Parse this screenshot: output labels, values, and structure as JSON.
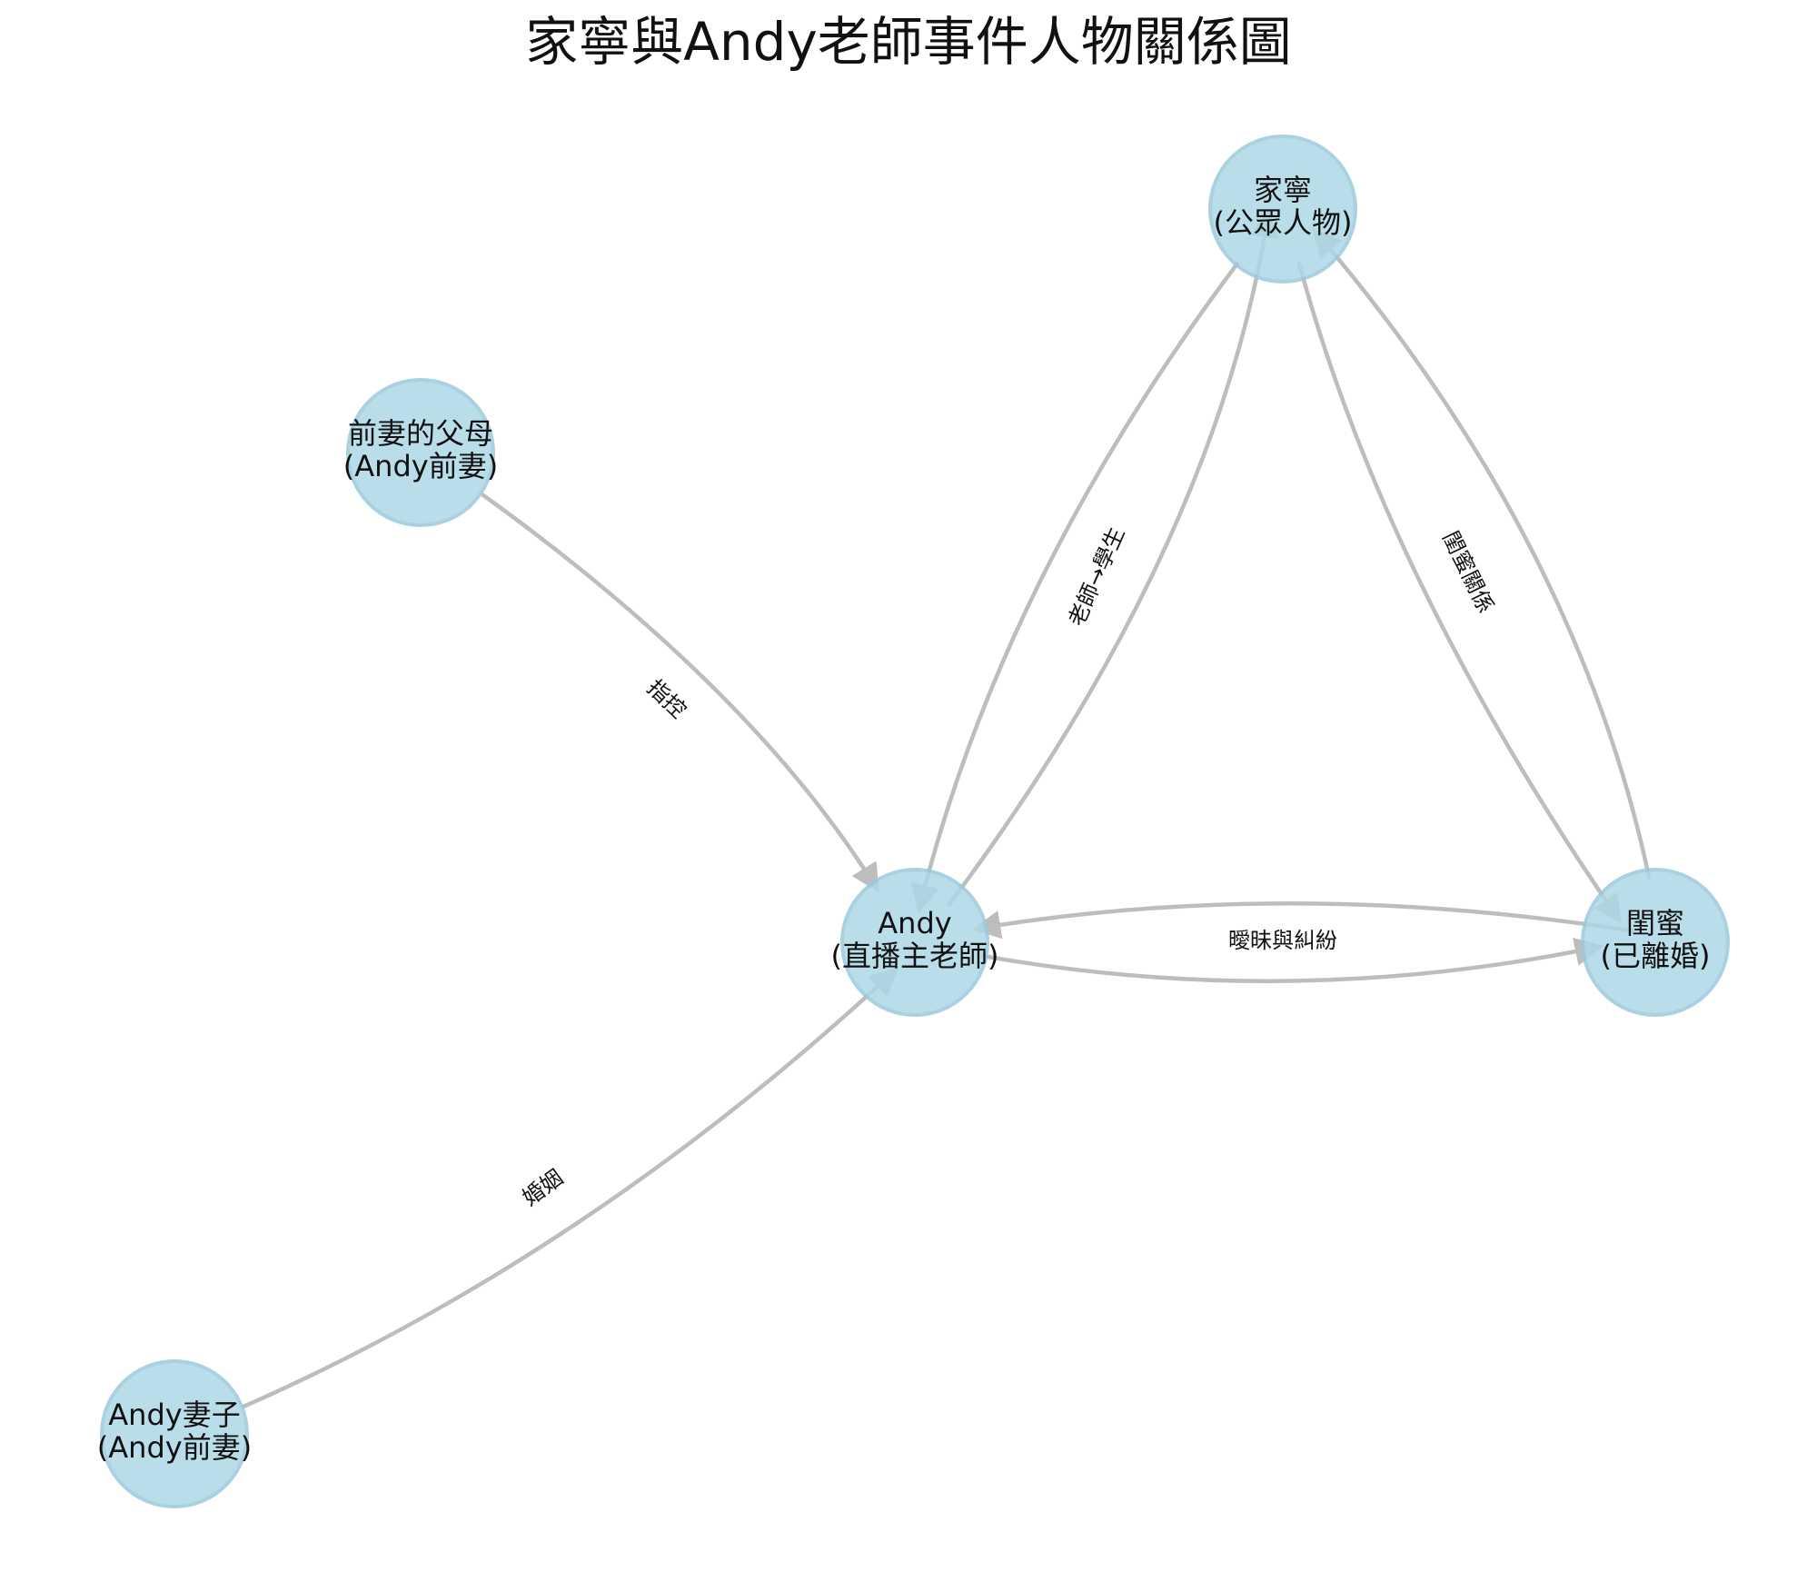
{
  "title": "家寧與Andy老師事件人物關係圖",
  "colors": {
    "node_fill": "#add8e6",
    "node_stroke": "#9cc9dd",
    "edge": "#bdbdbd",
    "text": "#111111",
    "background": "#ffffff"
  },
  "nodes": [
    {
      "id": "jianing",
      "name": "家寧",
      "role": "(公眾人物)"
    },
    {
      "id": "bff",
      "name": "閨蜜",
      "role": "(已離婚)"
    },
    {
      "id": "andy",
      "name": "Andy",
      "role": "(直播主老師)"
    },
    {
      "id": "andy_exwife",
      "name": "前妻的父母",
      "role": "(Andy前妻)"
    },
    {
      "id": "andy_wife",
      "name": "Andy妻子",
      "role": "(Andy前妻)"
    }
  ],
  "edges": [
    {
      "from": "jianing",
      "to": "andy",
      "label": "老師→學生"
    },
    {
      "from": "andy",
      "to": "jianing",
      "label": ""
    },
    {
      "from": "jianing",
      "to": "bff",
      "label": "閨蜜關係"
    },
    {
      "from": "bff",
      "to": "jianing",
      "label": ""
    },
    {
      "from": "andy",
      "to": "bff",
      "label": "曖昧與糾紛"
    },
    {
      "from": "bff",
      "to": "andy",
      "label": ""
    },
    {
      "from": "andy_exwife",
      "to": "andy",
      "label": "指控"
    },
    {
      "from": "andy_wife",
      "to": "andy",
      "label": "婚姻"
    }
  ]
}
